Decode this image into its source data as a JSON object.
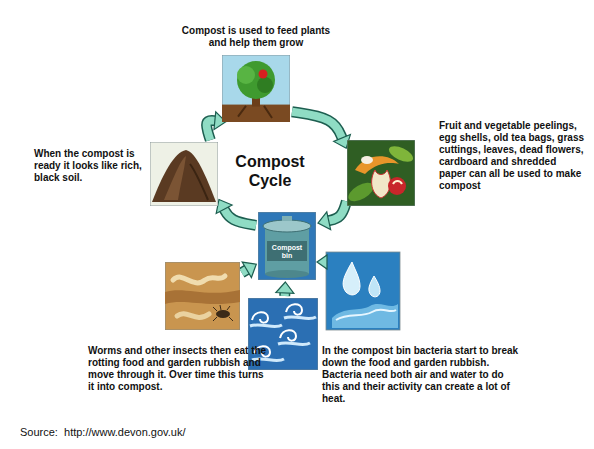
{
  "diagram": {
    "title": "Compost Cycle",
    "nodes": [
      {
        "text": [
          "Compost is used to feed plants and help them grow"
        ]
      },
      {
        "text": [
          "Fruit and vegetable peelings, egg shells, old tea bags, grass cuttings, leaves, dead flowers, cardboard and shredded paper can all be used to make compost"
        ]
      },
      {
        "text": [
          "Compost bin"
        ]
      },
      {
        "text": [
          "In the compost bin bacteria start to break down the food and garden rubbish. Bacteria need both air and water to do this and their activity can create a lot of heat."
        ]
      },
      {
        "text": [
          "Worms and other insects then eat the rotting food and garden rubbish and move through it. Over time this turns it into compost."
        ]
      },
      {
        "text": [
          "When the compost is ready it looks like rich, black soil."
        ]
      }
    ],
    "edges": [
      {
        "from": 0,
        "to": 1,
        "arrow": "to"
      },
      {
        "from": 1,
        "to": 2,
        "arrow": "to"
      },
      {
        "from": 3,
        "to": 2,
        "arrow": "to"
      },
      {
        "from": 4,
        "to": 2,
        "arrow": "to"
      },
      {
        "from": 2,
        "to": 5,
        "arrow": "to"
      },
      {
        "from": 5,
        "to": 0,
        "arrow": "to"
      }
    ],
    "labels": [
      "Source:  http://www.devon.gov.uk/"
    ]
  }
}
